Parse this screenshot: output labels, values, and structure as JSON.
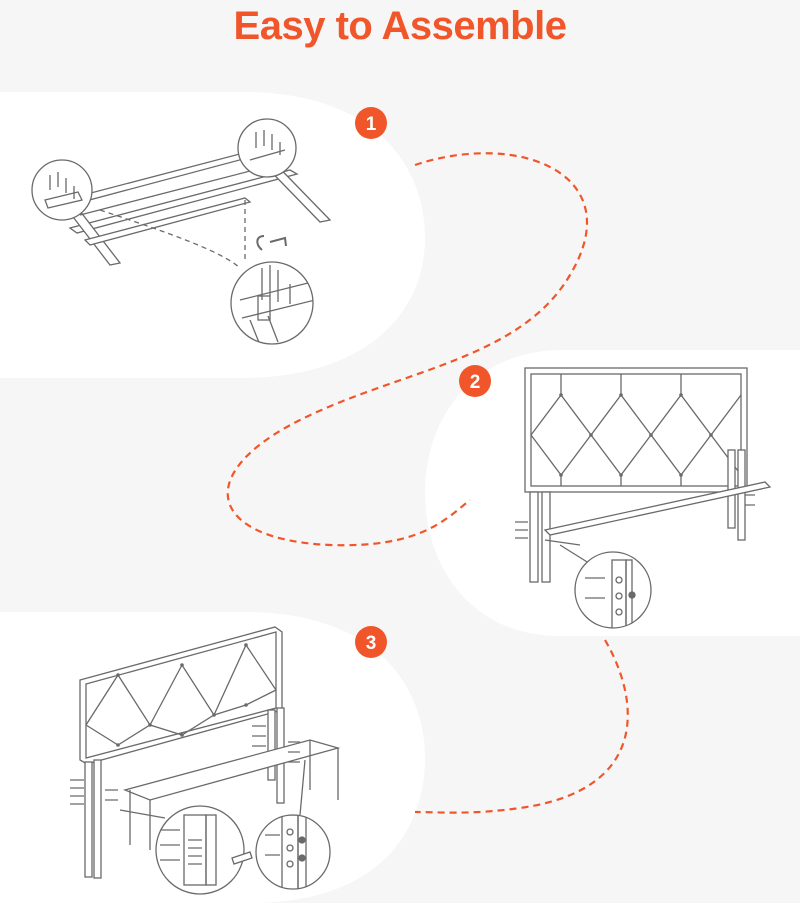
{
  "header": {
    "title": "Easy to Assemble"
  },
  "colors": {
    "accent": "#f1562a",
    "panel": "#ffffff",
    "background": "#f6f6f6",
    "line": "#6a6a6a"
  },
  "steps": [
    {
      "number": "1",
      "illustration": "rails-and-slats-assembly"
    },
    {
      "number": "2",
      "illustration": "headboard-leg-attachment"
    },
    {
      "number": "3",
      "illustration": "frame-to-headboard-bolting"
    }
  ]
}
